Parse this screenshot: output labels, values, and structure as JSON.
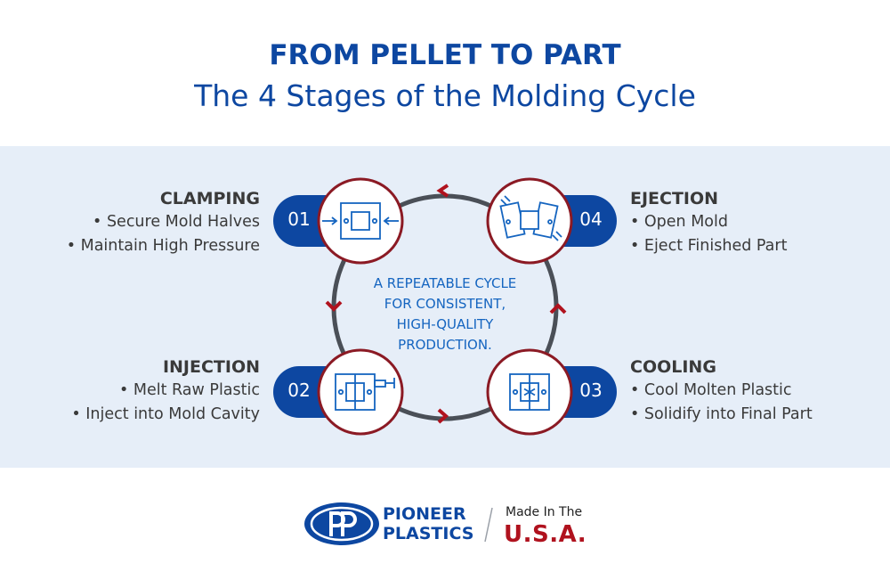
{
  "header": {
    "title": "FROM PELLET TO PART",
    "subtitle": "The 4 Stages of the Molding Cycle"
  },
  "center_text": [
    "A REPEATABLE CYCLE",
    "FOR CONSISTENT,",
    "HIGH-QUALITY",
    "PRODUCTION."
  ],
  "stages": [
    {
      "number": "01",
      "title": "CLAMPING",
      "items": [
        "Secure Mold Halves",
        "Maintain High Pressure"
      ],
      "icon": "clamp-icon"
    },
    {
      "number": "02",
      "title": "INJECTION",
      "items": [
        "Melt Raw Plastic",
        "Inject into Mold Cavity"
      ],
      "icon": "inject-icon"
    },
    {
      "number": "03",
      "title": "COOLING",
      "items": [
        "Cool Molten Plastic",
        "Solidify into Final Part"
      ],
      "icon": "snowflake-icon"
    },
    {
      "number": "04",
      "title": "EJECTION",
      "items": [
        "Open Mold",
        "Eject Finished Part"
      ],
      "icon": "eject-icon"
    }
  ],
  "footer": {
    "brand_line1": "PIONEER",
    "brand_line2": "PLASTICS",
    "made_in": "Made In The",
    "country": "U.S.A."
  },
  "colors": {
    "primary_blue": "#0d47a1",
    "accent_red": "#b0121e",
    "band_background": "#e6eef8",
    "ring_gray": "#4a4f57"
  }
}
